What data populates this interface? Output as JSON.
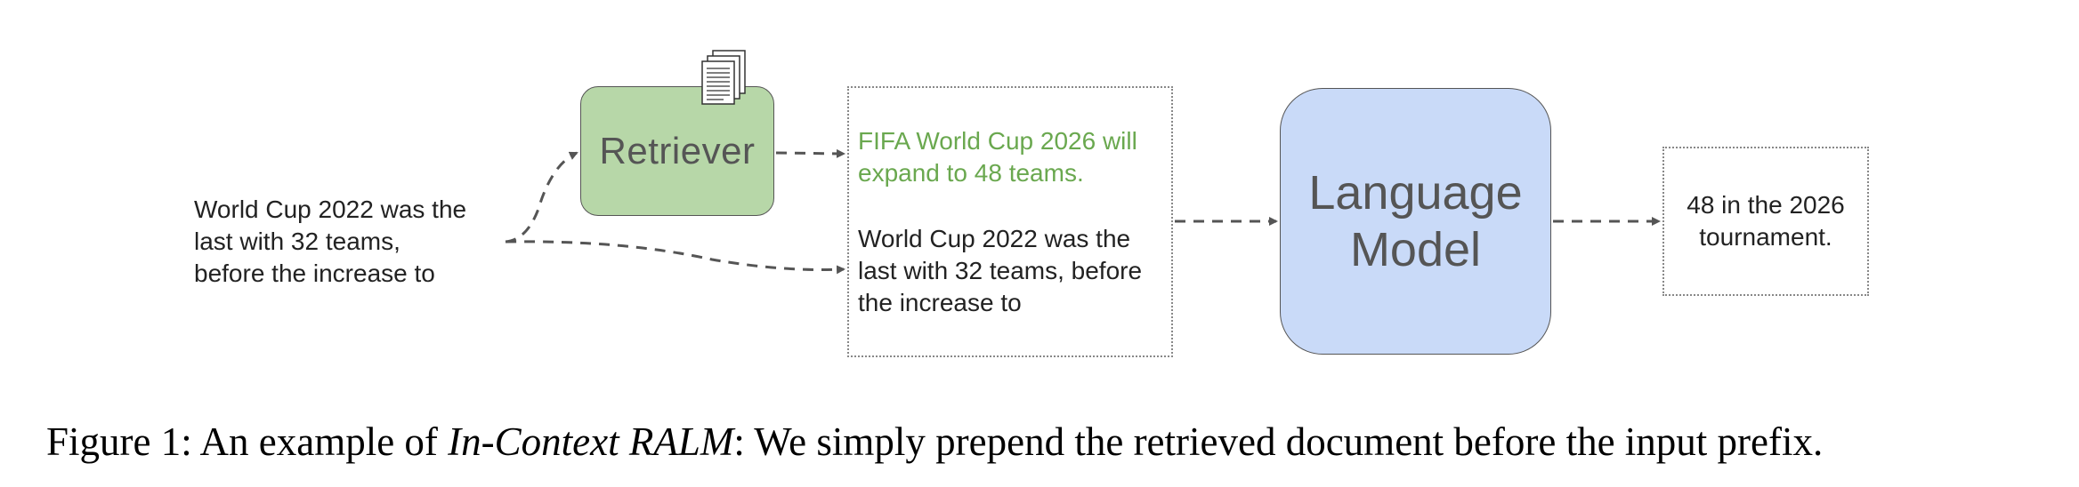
{
  "input": {
    "lines": [
      "World Cup 2022 was the",
      "last with 32 teams,",
      "before the increase to"
    ]
  },
  "retriever": {
    "label": "Retriever",
    "icon": "documents-stack-icon"
  },
  "context": {
    "retrieved_doc": "FIFA World Cup 2026 will expand to 48 teams.",
    "prefix": "World Cup 2022 was the last with 32 teams, before the increase to"
  },
  "language_model": {
    "lines": [
      "Language",
      "Model"
    ]
  },
  "output": {
    "lines": [
      "48 in the 2026",
      "tournament."
    ]
  },
  "caption": {
    "prefix": "Figure 1: An example of ",
    "emphasis": "In-Context RALM",
    "suffix": ": We simply prepend the retrieved document before the input prefix."
  },
  "colors": {
    "retriever_fill": "#b7d7a8",
    "retrieved_text": "#6aa84f",
    "lm_fill": "#c9daf8",
    "arrow": "#555555"
  }
}
